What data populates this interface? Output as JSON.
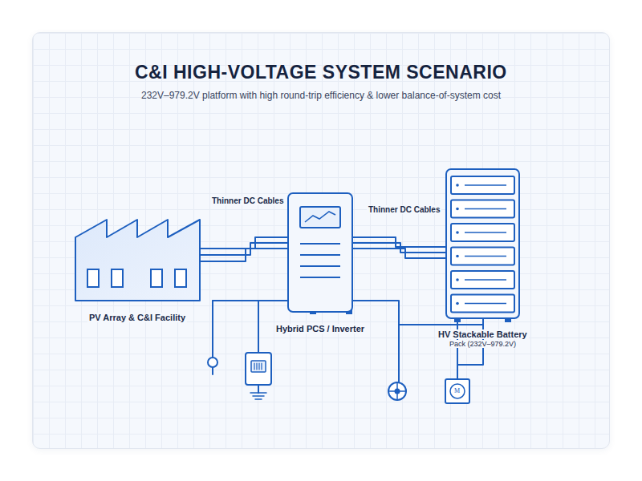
{
  "diagram": {
    "title": "C&I HIGH-VOLTAGE SYSTEM SCENARIO",
    "caption": "232V–979.2V platform with high round-trip efficiency & lower balance-of-system cost",
    "nodes": [
      {
        "text": [
          "PV Array & C&I Facility"
        ]
      },
      {
        "text": [
          "Hybrid PCS / Inverter"
        ]
      },
      {
        "text": [
          "HV Stackable Battery",
          "Pack (232V–979.2V)"
        ]
      }
    ],
    "edges": [
      {
        "from": 0,
        "to": 1,
        "arrow": "none",
        "label": "Thinner DC Cables"
      },
      {
        "from": 1,
        "to": 2,
        "arrow": "none",
        "label": "Thinner DC Cables"
      }
    ],
    "labels": [
      "M"
    ]
  }
}
